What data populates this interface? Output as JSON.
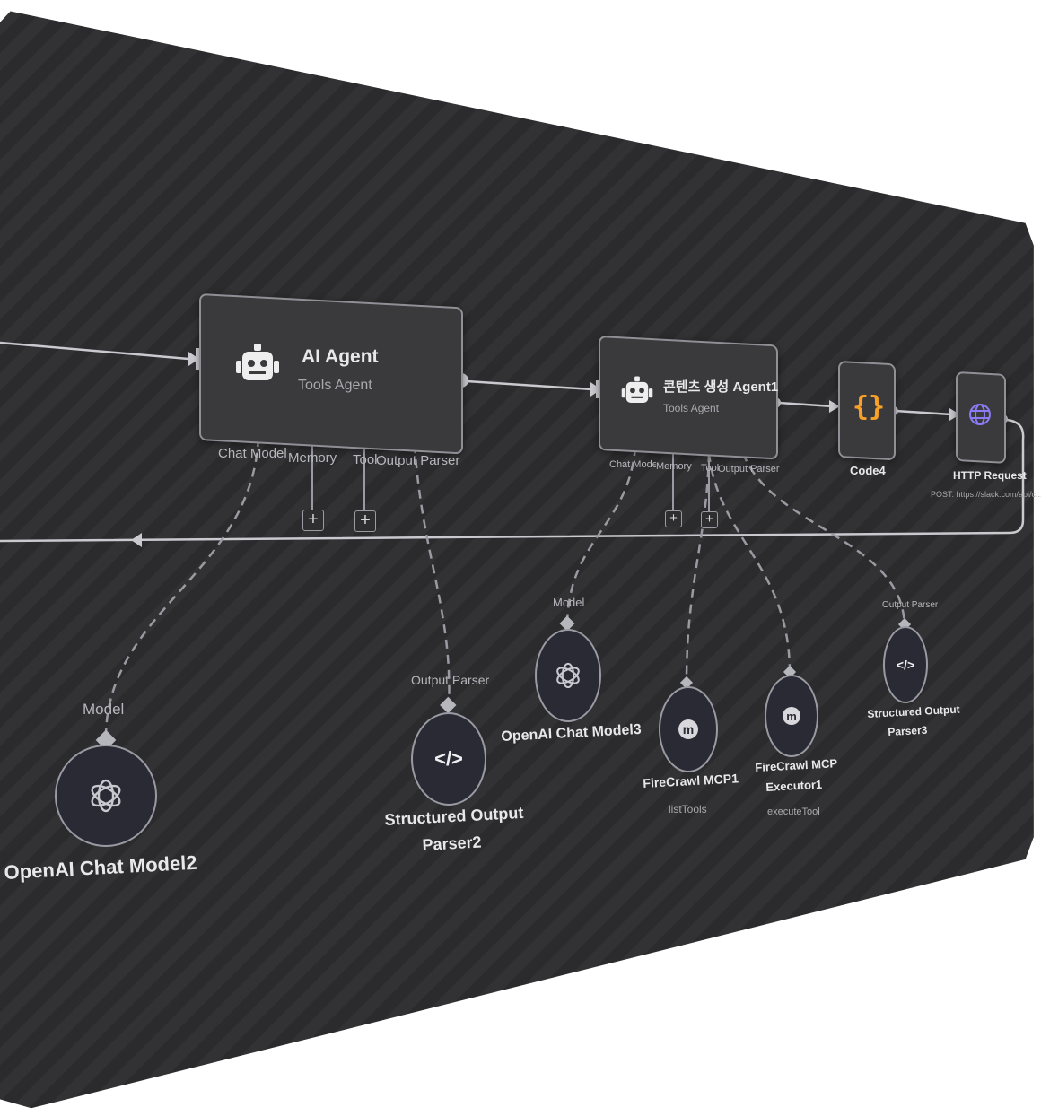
{
  "nodes": {
    "ai_agent": {
      "title": "AI Agent",
      "subtitle": "Tools Agent",
      "ports": [
        "Chat Model",
        "Memory",
        "Tool",
        "Output Parser"
      ]
    },
    "content_agent": {
      "title": "콘텐츠 생성 Agent1",
      "subtitle": "Tools Agent",
      "ports": [
        "Chat Model",
        "Memory",
        "Tool",
        "Output Parser"
      ]
    },
    "code4": {
      "title": "Code4"
    },
    "http_request": {
      "title": "HTTP Request",
      "subtitle": "POST: https://slack.com/api/c..."
    },
    "openai_model2": {
      "title": "OpenAI Chat Model2",
      "port": "Model"
    },
    "structured_parser2": {
      "title_line1": "Structured Output",
      "title_line2": "Parser2",
      "port": "Output Parser"
    },
    "openai_model3": {
      "title": "OpenAI Chat Model3",
      "port": "Model"
    },
    "firecrawl_mcp1": {
      "title": "FireCrawl MCP1",
      "subtitle": "listTools"
    },
    "firecrawl_exec1": {
      "title_line1": "FireCrawl MCP",
      "title_line2": "Executor1",
      "subtitle": "executeTool"
    },
    "structured_parser3": {
      "title_line1": "Structured Output",
      "title_line2": "Parser3",
      "port": "Output Parser"
    }
  },
  "icons": {
    "agent": "robot-icon",
    "code": "braces-icon",
    "http": "globe-icon",
    "openai": "openai-icon",
    "parser": "code-tag-icon",
    "firecrawl": "firecrawl-icon",
    "add": "plus-icon"
  },
  "colors": {
    "canvas": "#2b2b2d",
    "node_border": "#8f8f96",
    "code_icon": "#f7a128",
    "http_icon": "#8a7cf6"
  }
}
